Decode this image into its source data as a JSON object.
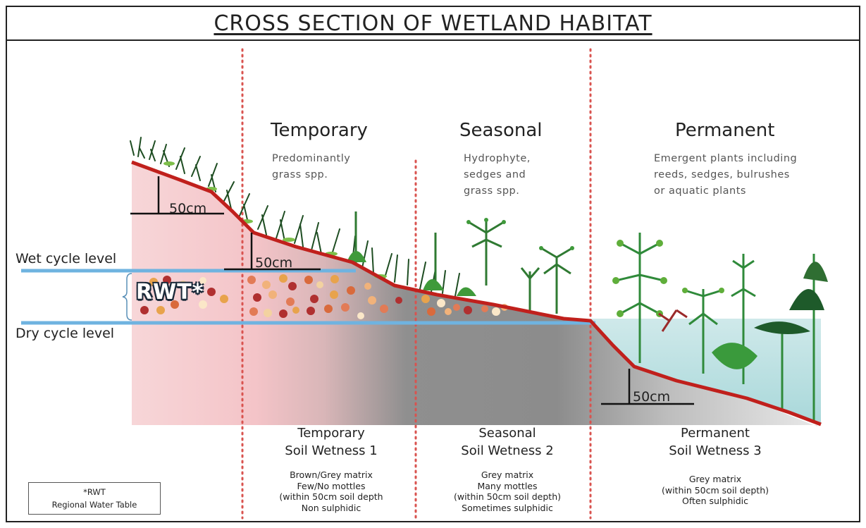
{
  "title": "CROSS SECTION OF WETLAND HABITAT",
  "zones": [
    {
      "heading": "Temporary",
      "vegetation": [
        "Predominantly",
        "grass spp."
      ]
    },
    {
      "heading": "Seasonal",
      "vegetation": [
        "Hydrophyte,",
        "sedges and",
        "grass spp."
      ]
    },
    {
      "heading": "Permanent",
      "vegetation": [
        "Emergent plants including",
        "reeds, sedges, bulrushes",
        "or aquatic plants"
      ]
    }
  ],
  "levels": {
    "wet": "Wet cycle level",
    "dry": "Dry cycle level",
    "rwt": "RWT*"
  },
  "depth_marker": "50cm",
  "soil_classes": [
    {
      "title_1": "Temporary",
      "title_2": "Soil Wetness 1",
      "desc": [
        "Brown/Grey matrix",
        "Few/No mottles",
        "(within 50cm soil depth",
        "Non sulphidic"
      ]
    },
    {
      "title_1": "Seasonal",
      "title_2": "Soil Wetness 2",
      "desc": [
        "Grey matrix",
        "Many mottles",
        "(within 50cm soil depth)",
        "Sometimes sulphidic"
      ]
    },
    {
      "title_1": "Permanent",
      "title_2": "Soil Wetness 3",
      "desc": [
        "Grey matrix",
        "(within 50cm soil depth)",
        "Often sulphidic"
      ]
    }
  ],
  "legend": {
    "line1": "*RWT",
    "line2": "Regional Water Table"
  },
  "colors": {
    "ground_line": "#c0201c",
    "water_level": "#6fb3e0",
    "divider": "#d9534f",
    "pink_soil": "#f5c9cd",
    "grey_soil": "#9a9a9a",
    "water": "#cfe9ea",
    "plant_dark": "#1e5a2a",
    "plant_light": "#5fae3a"
  }
}
